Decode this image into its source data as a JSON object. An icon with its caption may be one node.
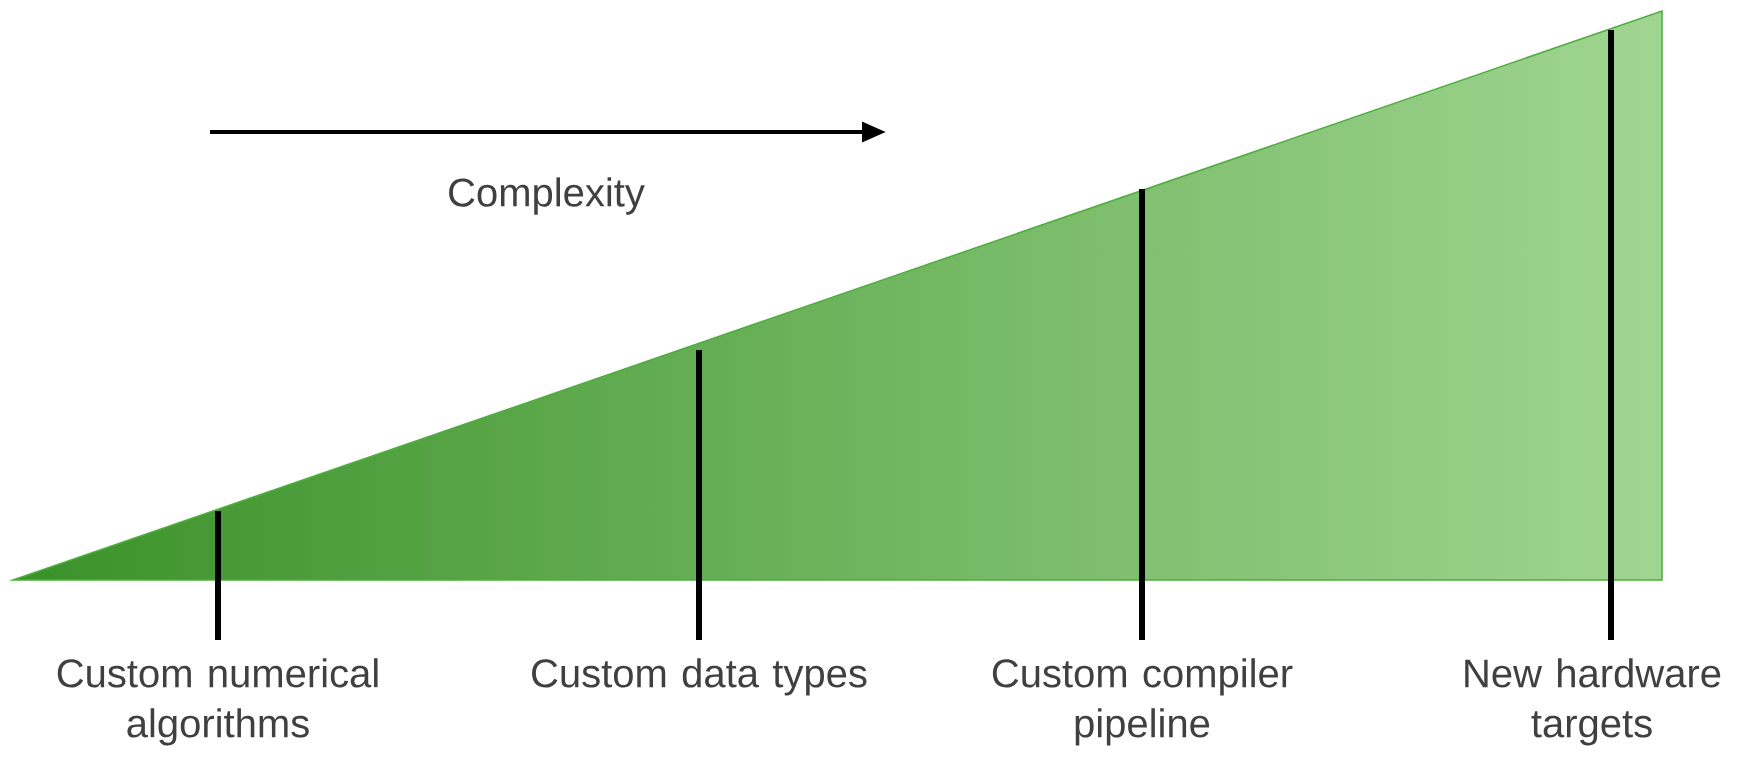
{
  "diagram": {
    "labels": [
      "Complexity",
      "Custom numerical algorithms",
      "Custom data types",
      "Custom compiler pipeline",
      "New hardware targets"
    ]
  }
}
